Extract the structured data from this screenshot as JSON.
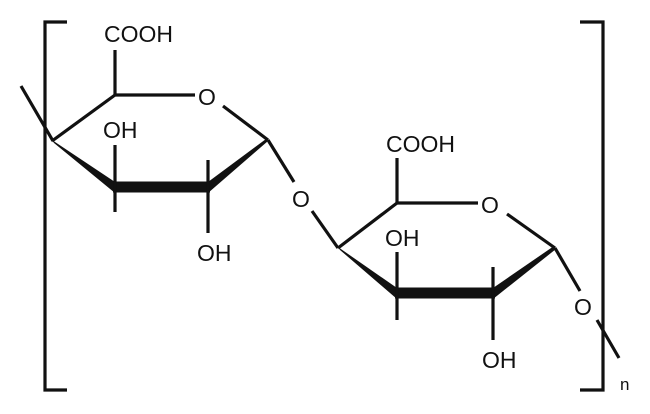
{
  "diagram": {
    "type": "chemical-structure",
    "unit1": {
      "carboxyl": "COOH",
      "ring_oxygen": "O",
      "hydroxyl_top": "OH",
      "hydroxyl_bottom": "OH"
    },
    "glycosidic_oxygen": "O",
    "unit2": {
      "carboxyl": "COOH",
      "ring_oxygen": "O",
      "hydroxyl_top": "OH",
      "hydroxyl_bottom": "OH"
    },
    "terminal_oxygen": "O",
    "repeat_subscript": "n"
  }
}
